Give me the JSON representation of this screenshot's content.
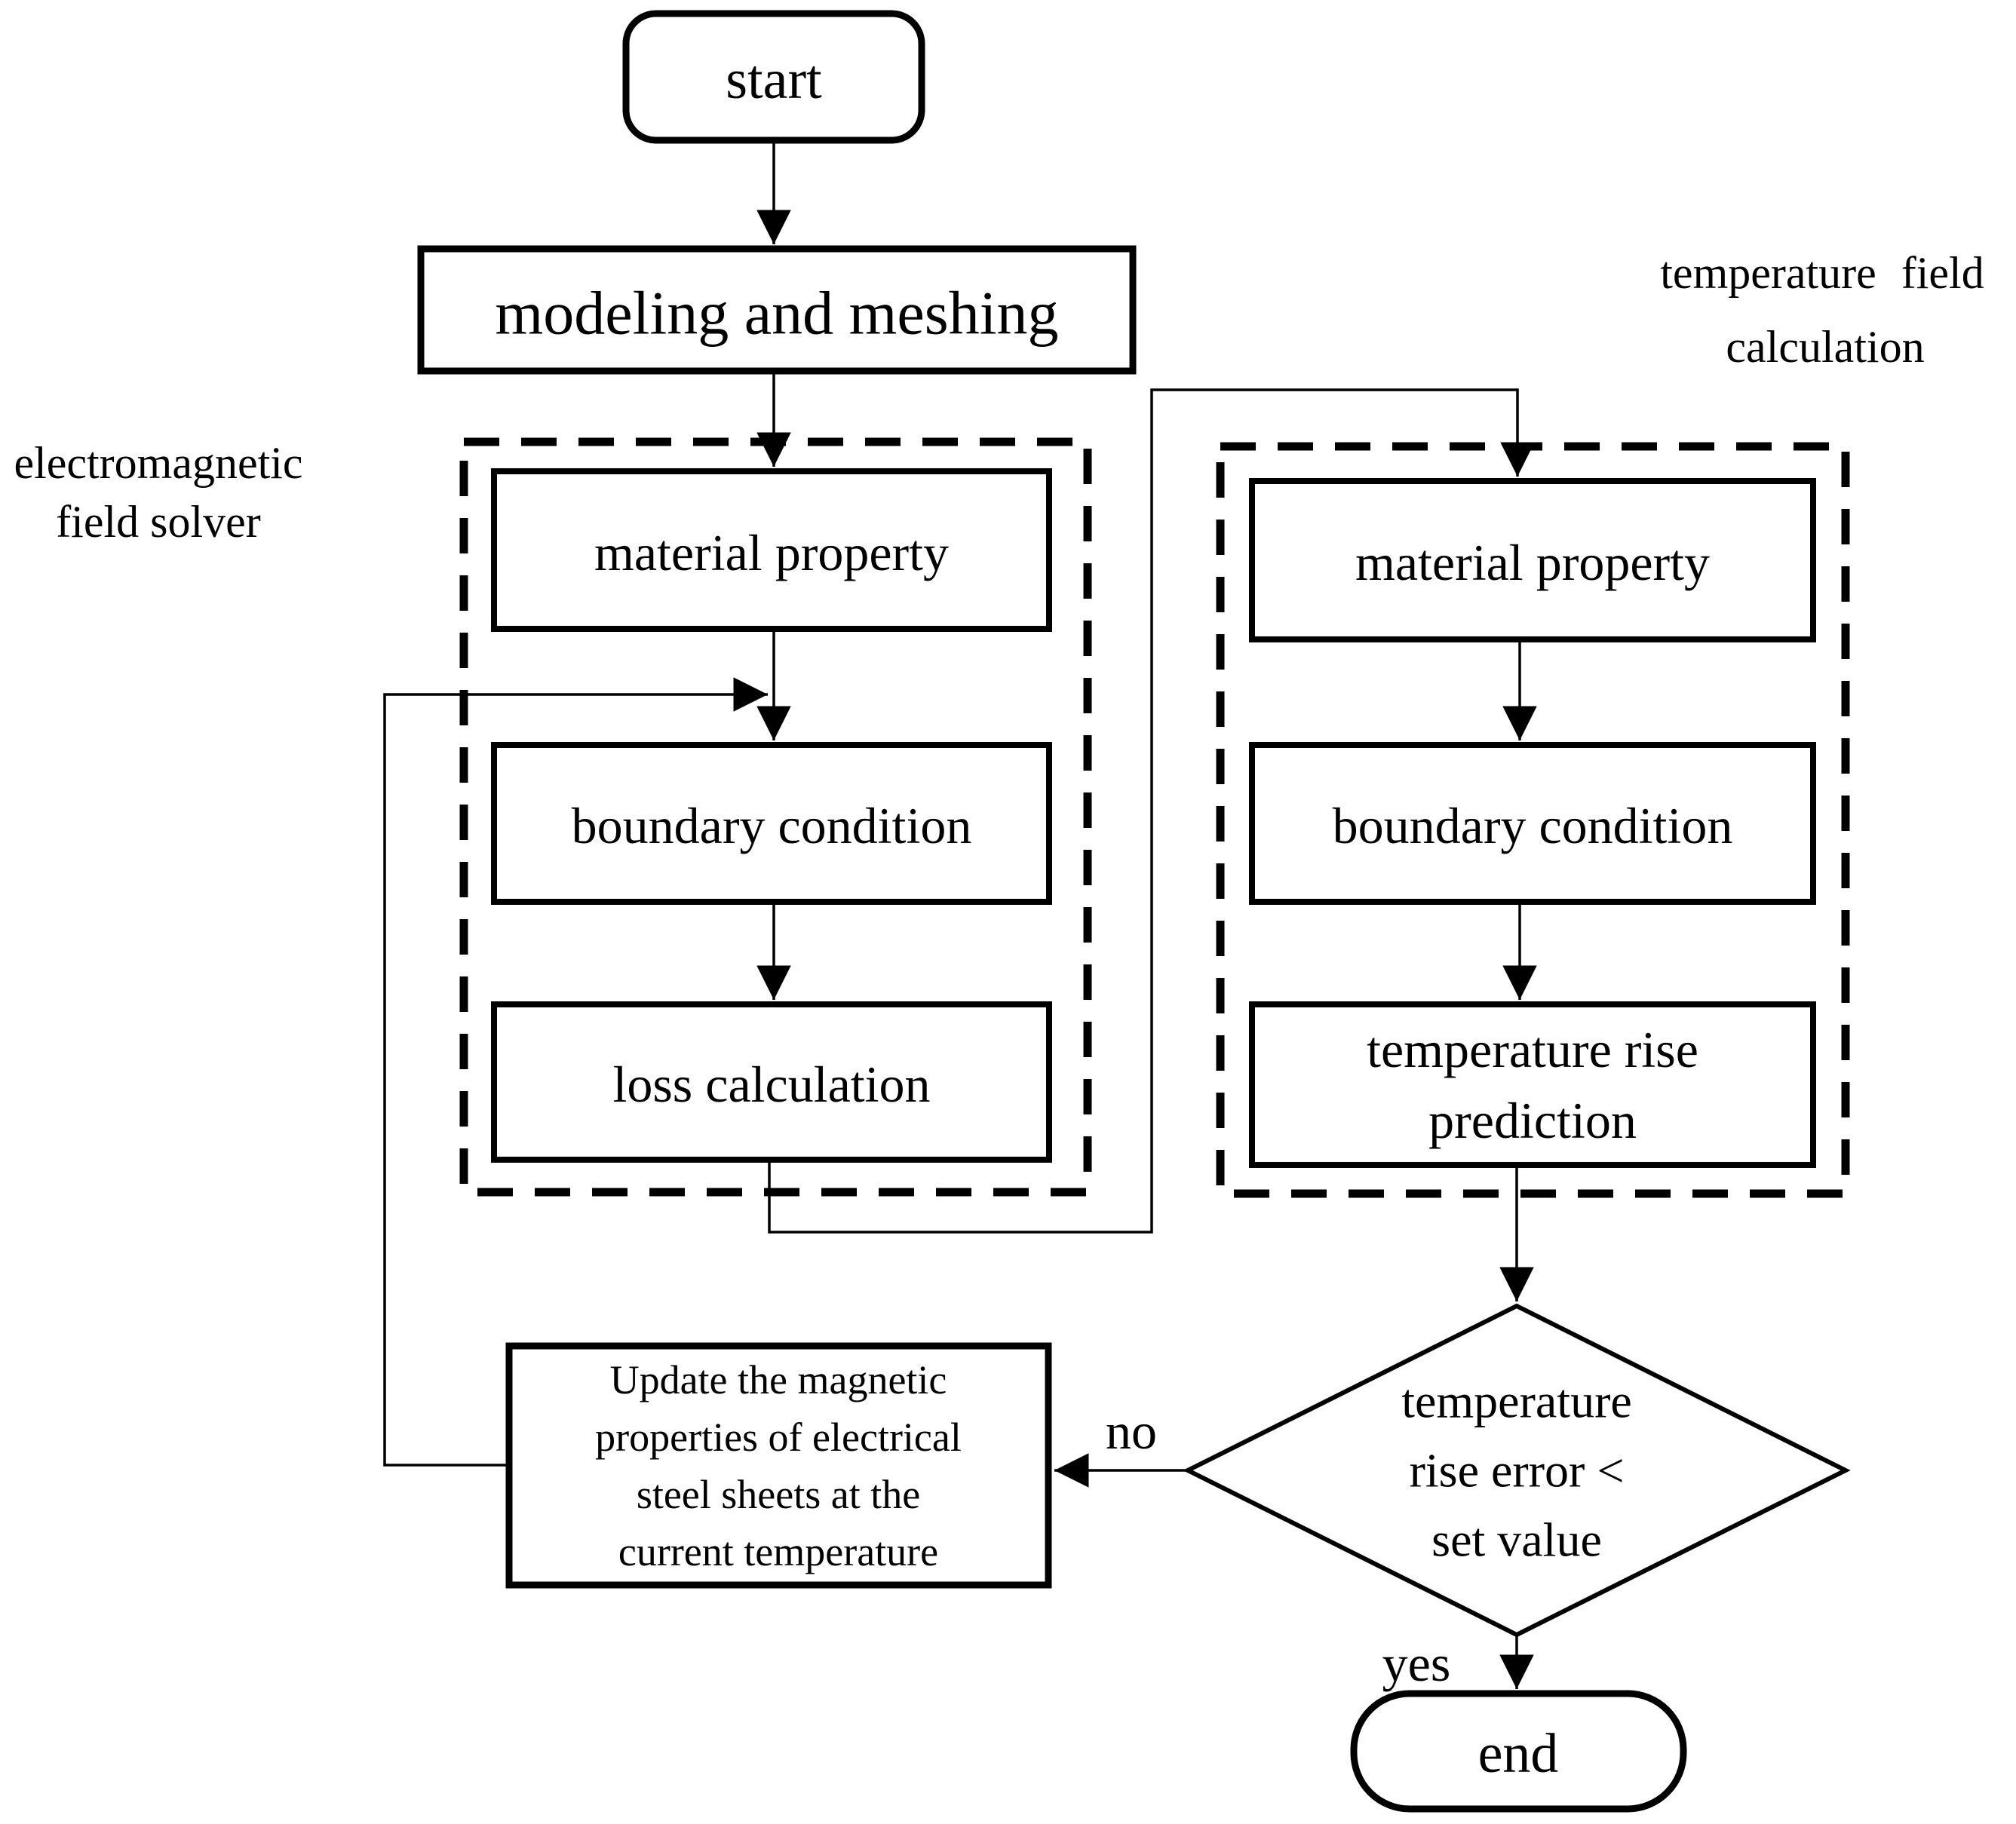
{
  "diagram": {
    "nodes": {
      "start": {
        "label": "start"
      },
      "modeling": {
        "label": "modeling and meshing"
      },
      "em_material": {
        "label": "material property"
      },
      "em_boundary": {
        "label": "boundary condition"
      },
      "em_loss": {
        "label": "loss calculation"
      },
      "th_material": {
        "label": "material property"
      },
      "th_boundary": {
        "label": "boundary condition"
      },
      "th_rise": {
        "lines": [
          "temperature rise",
          "prediction"
        ]
      },
      "update": {
        "lines": [
          "Update the magnetic",
          "properties of electrical",
          "steel sheets at the",
          "current temperature"
        ]
      },
      "decision": {
        "lines": [
          "temperature",
          "rise error <",
          "set value"
        ]
      },
      "end": {
        "label": "end"
      }
    },
    "labels": {
      "em": [
        "electromagnetic",
        "field solver"
      ],
      "temp": [
        "temperature field",
        "calculation"
      ]
    },
    "edges": {
      "no": "no",
      "yes": "yes"
    },
    "colors": {
      "line": "#000000",
      "background": "#ffffff"
    }
  }
}
